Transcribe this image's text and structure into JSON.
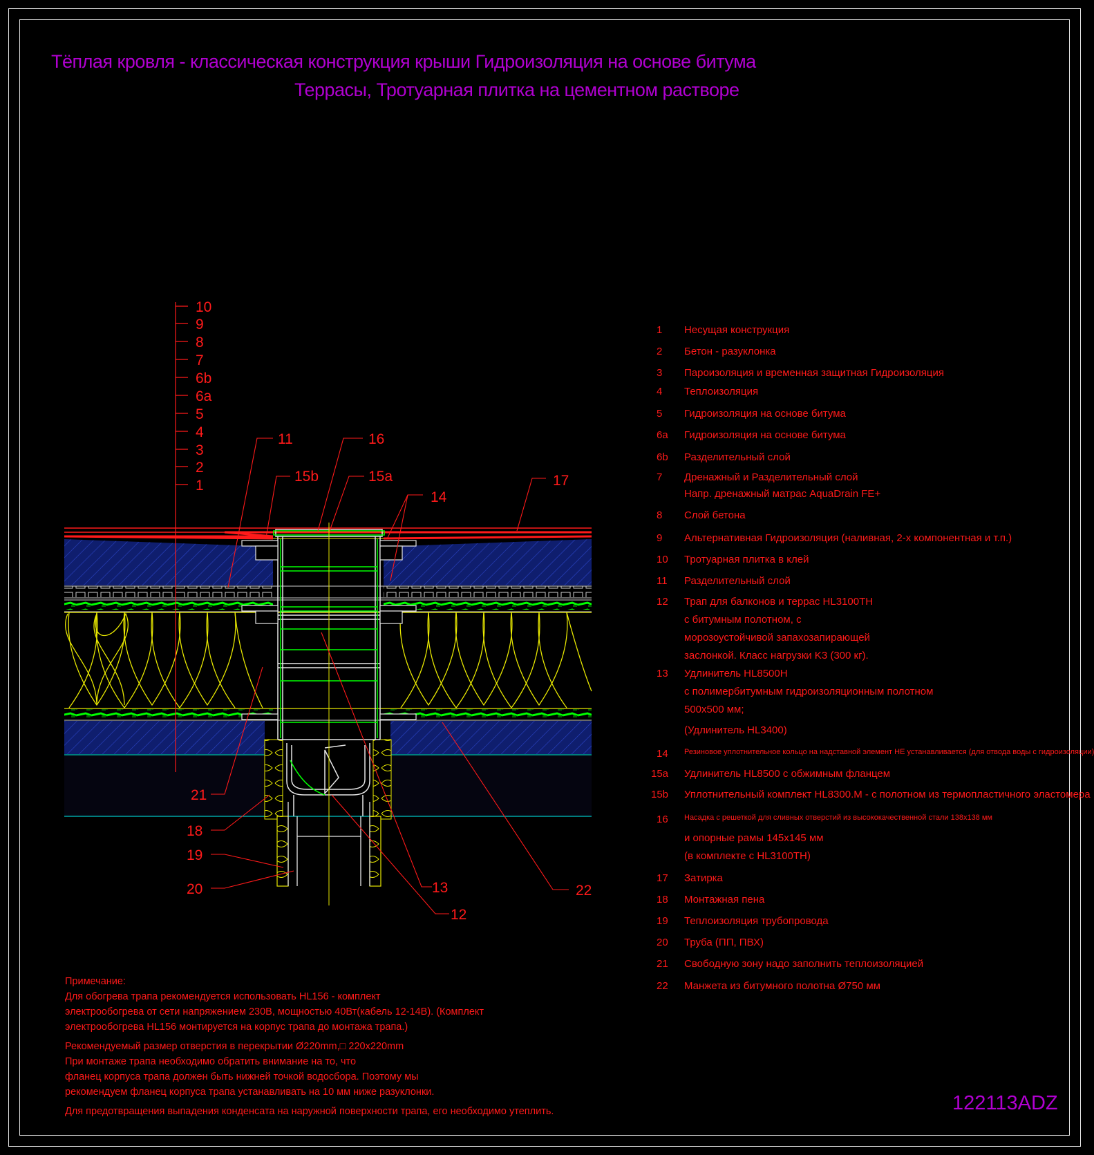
{
  "titles": {
    "line1": "Тёплая кровля - классическая конструкция крыши Гидроизоляция на основе битума",
    "line2": "Террасы, Тротуарная плитка на цементном растворе"
  },
  "layer_scale": [
    "10",
    "9",
    "8",
    "7",
    "6b",
    "6a",
    "5",
    "4",
    "3",
    "2",
    "1"
  ],
  "callouts": {
    "c11": "11",
    "c16": "16",
    "c15b": "15b",
    "c15a": "15a",
    "c14": "14",
    "c17": "17",
    "c21": "21",
    "c18": "18",
    "c19": "19",
    "c20": "20",
    "c13": "13",
    "c12": "12",
    "c22": "22"
  },
  "legend": [
    {
      "num": "1",
      "lines": [
        "Несущая конструкция"
      ]
    },
    {
      "num": "2",
      "lines": [
        "Бетон - разуклонка"
      ]
    },
    {
      "num": "3",
      "lines": [
        "Пароизоляция и временная защитная Гидроизоляция"
      ]
    },
    {
      "num": "4",
      "lines": [
        "Теплоизоляция"
      ]
    },
    {
      "num": "5",
      "lines": [
        "Гидроизоляция на основе битума"
      ]
    },
    {
      "num": "6a",
      "lines": [
        "Гидроизоляция на основе битума"
      ]
    },
    {
      "num": "6b",
      "lines": [
        "Разделительный слой"
      ]
    },
    {
      "num": "7",
      "lines": [
        "Дренажный и Разделительный слой",
        "Напр. дренажный матрас AquaDrain FE+"
      ]
    },
    {
      "num": "8",
      "lines": [
        "Слой бетона"
      ]
    },
    {
      "num": "9",
      "lines": [
        "Альтернативная Гидроизоляция (наливная, 2-х компонентная и т.п.)"
      ]
    },
    {
      "num": "10",
      "lines": [
        "Тротуарная плитка в клей"
      ]
    },
    {
      "num": "11",
      "lines": [
        "Разделительный слой"
      ]
    },
    {
      "num": "12",
      "lines": [
        "Трап для балконов и террас HL3100TH",
        "с битумным полотном, с",
        "морозоустойчивой запахозапирающей",
        "заслонкой. Класс нагрузки K3 (300 кг)."
      ]
    },
    {
      "num": "13",
      "lines": [
        "Удлинитель HL8500H",
        "с полимербитумным гидроизоляционным полотном",
        "500x500 мм;",
        "(Удлинитель HL3400)"
      ]
    },
    {
      "num": "14",
      "lines": [
        "Резиновое уплотнительное кольцо на надставной элемент НЕ устанавливается (для отвода воды с гидроизоляции)"
      ]
    },
    {
      "num": "15a",
      "lines": [
        "Удлинитель HL8500 с обжимным фланцем"
      ]
    },
    {
      "num": "15b",
      "lines": [
        "Уплотнительный комплект HL8300.M - с полотном из термопластичного эластомера"
      ]
    },
    {
      "num": "16",
      "lines": [
        "Насадка с решеткой для сливных отверстий из высококачественной стали 138x138 мм",
        "и опорные рамы 145x145 мм",
        "(в комплекте с HL3100TH)"
      ]
    },
    {
      "num": "17",
      "lines": [
        "Затирка"
      ]
    },
    {
      "num": "18",
      "lines": [
        "Монтажная пена"
      ]
    },
    {
      "num": "19",
      "lines": [
        "Теплоизоляция трубопровода"
      ]
    },
    {
      "num": "20",
      "lines": [
        "Труба (ПП, ПВХ)"
      ]
    },
    {
      "num": "21",
      "lines": [
        "Свободную зону надо заполнить теплоизоляцией"
      ]
    },
    {
      "num": "22",
      "lines": [
        "Манжета из битумного полотна Ø750 мм"
      ]
    }
  ],
  "notes": {
    "heading": "Примечание:",
    "p1": [
      "Для обогрева трапа рекомендуется использовать HL156 - комплект",
      "электрообогрева от сети напряжением 230В, мощностью 40Вт(кабель 12-14В). (Комплект",
      "электрообогрева HL156 монтируется на корпус трапа до монтажа трапа.)"
    ],
    "p2": [
      "Рекомендуемый размер отверстия в перекрытии Ø220mm,□ 220x220mm",
      "При монтаже трапа необходимо обратить внимание на то, что",
      "фланец корпуса трапа должен быть нижней точкой водосбора. Поэтому мы",
      "рекомендуем фланец корпуса трапа устанавливать на 10 мм ниже разуклонки."
    ],
    "p3": [
      "Для предотвращения выпадения конденсата на наружной поверхности трапа, его необходимо утеплить."
    ]
  },
  "drawing_code": "122113ADZ",
  "colors": {
    "background": "#000000",
    "text_red": "#ff1a1a",
    "title_magenta": "#b000d0",
    "insulation_yellow": "#e8e800",
    "membrane_green": "#00ff00",
    "concrete_blue": "#1a2a8a",
    "drain_white": "#e6e6e6",
    "cyan_line": "#00c8c8"
  }
}
